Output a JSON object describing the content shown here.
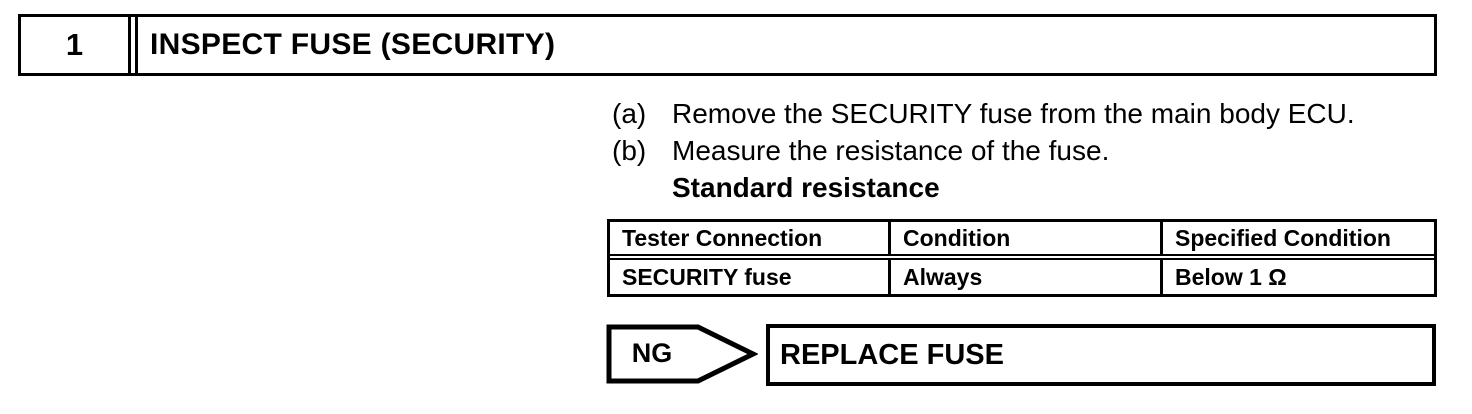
{
  "header": {
    "step_number": "1",
    "title": "INSPECT FUSE (SECURITY)"
  },
  "instructions": [
    {
      "label": "(a)",
      "text": "Remove the SECURITY fuse from the main body ECU."
    },
    {
      "label": "(b)",
      "text": "Measure the resistance of the fuse."
    }
  ],
  "spec_heading": "Standard resistance",
  "spec_table": {
    "headers": [
      "Tester Connection",
      "Condition",
      "Specified Condition"
    ],
    "rows": [
      {
        "tester_connection": "SECURITY fuse",
        "condition": "Always",
        "specified_condition": "Below 1 Ω"
      }
    ]
  },
  "decision": {
    "verdict": "NG",
    "action": "REPLACE FUSE"
  },
  "colors": {
    "line": "#000000",
    "background": "#ffffff",
    "text": "#000000"
  }
}
